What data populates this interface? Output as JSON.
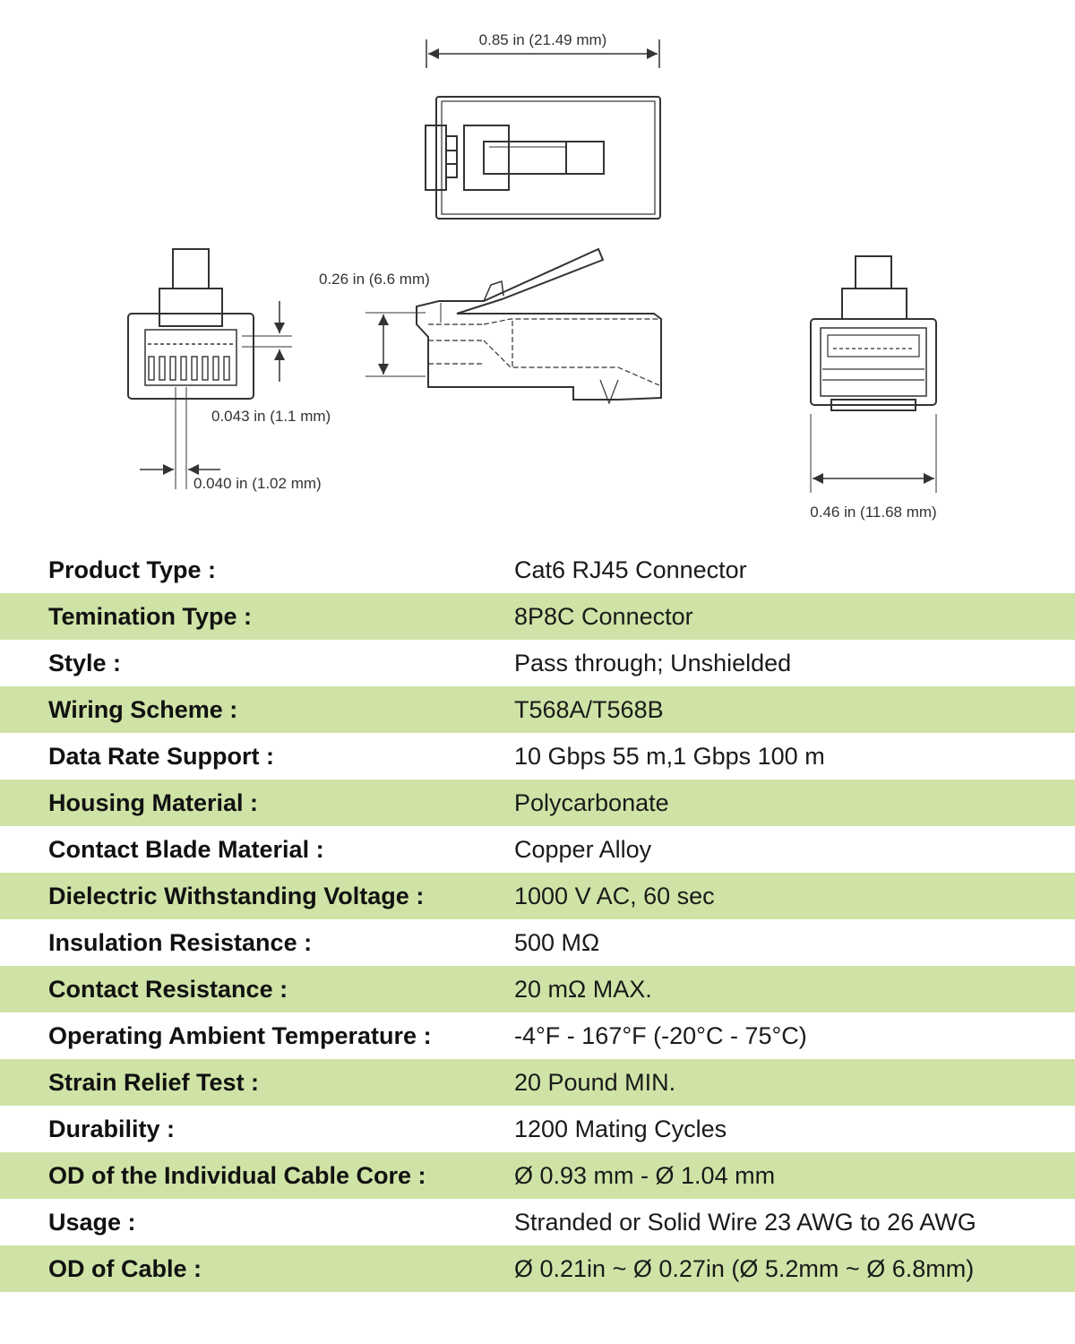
{
  "colors": {
    "band": "#cfe3a6",
    "line": "#333333"
  },
  "dimensions": {
    "width_top": "0.85 in (21.49 mm)",
    "height_side": "0.26 in (6.6 mm)",
    "contact_gap": "0.043 in (1.1 mm)",
    "contact_pitch": "0.040 in (1.02 mm)",
    "width_rear": "0.46 in (11.68 mm)"
  },
  "specs": [
    {
      "label": "Product Type :",
      "value": "Cat6 RJ45 Connector"
    },
    {
      "label": "Temination Type :",
      "value": "8P8C Connector"
    },
    {
      "label": "Style :",
      "value": "Pass through; Unshielded"
    },
    {
      "label": "Wiring Scheme :",
      "value": "T568A/T568B"
    },
    {
      "label": "Data Rate Support :",
      "value": "10 Gbps 55 m,1 Gbps 100 m"
    },
    {
      "label": "Housing Material :",
      "value": "Polycarbonate"
    },
    {
      "label": "Contact Blade Material :",
      "value": "Copper Alloy"
    },
    {
      "label": "Dielectric Withstanding Voltage :",
      "value": "1000 V AC, 60 sec"
    },
    {
      "label": "Insulation Resistance :",
      "value": "500 MΩ"
    },
    {
      "label": "Contact Resistance :",
      "value": "20 mΩ MAX."
    },
    {
      "label": "Operating Ambient Temperature :",
      "value": "-4°F - 167°F (-20°C - 75°C)"
    },
    {
      "label": "Strain Relief Test :",
      "value": "20 Pound MIN."
    },
    {
      "label": "Durability :",
      "value": "1200 Mating Cycles"
    },
    {
      "label": "OD of the Individual Cable Core :",
      "value": "Ø 0.93 mm - Ø 1.04 mm"
    },
    {
      "label": "Usage :",
      "value": "Stranded or Solid Wire 23 AWG to 26 AWG"
    },
    {
      "label": "OD of Cable :",
      "value": "Ø 0.21in ~ Ø 0.27in (Ø 5.2mm ~ Ø 6.8mm)"
    }
  ]
}
